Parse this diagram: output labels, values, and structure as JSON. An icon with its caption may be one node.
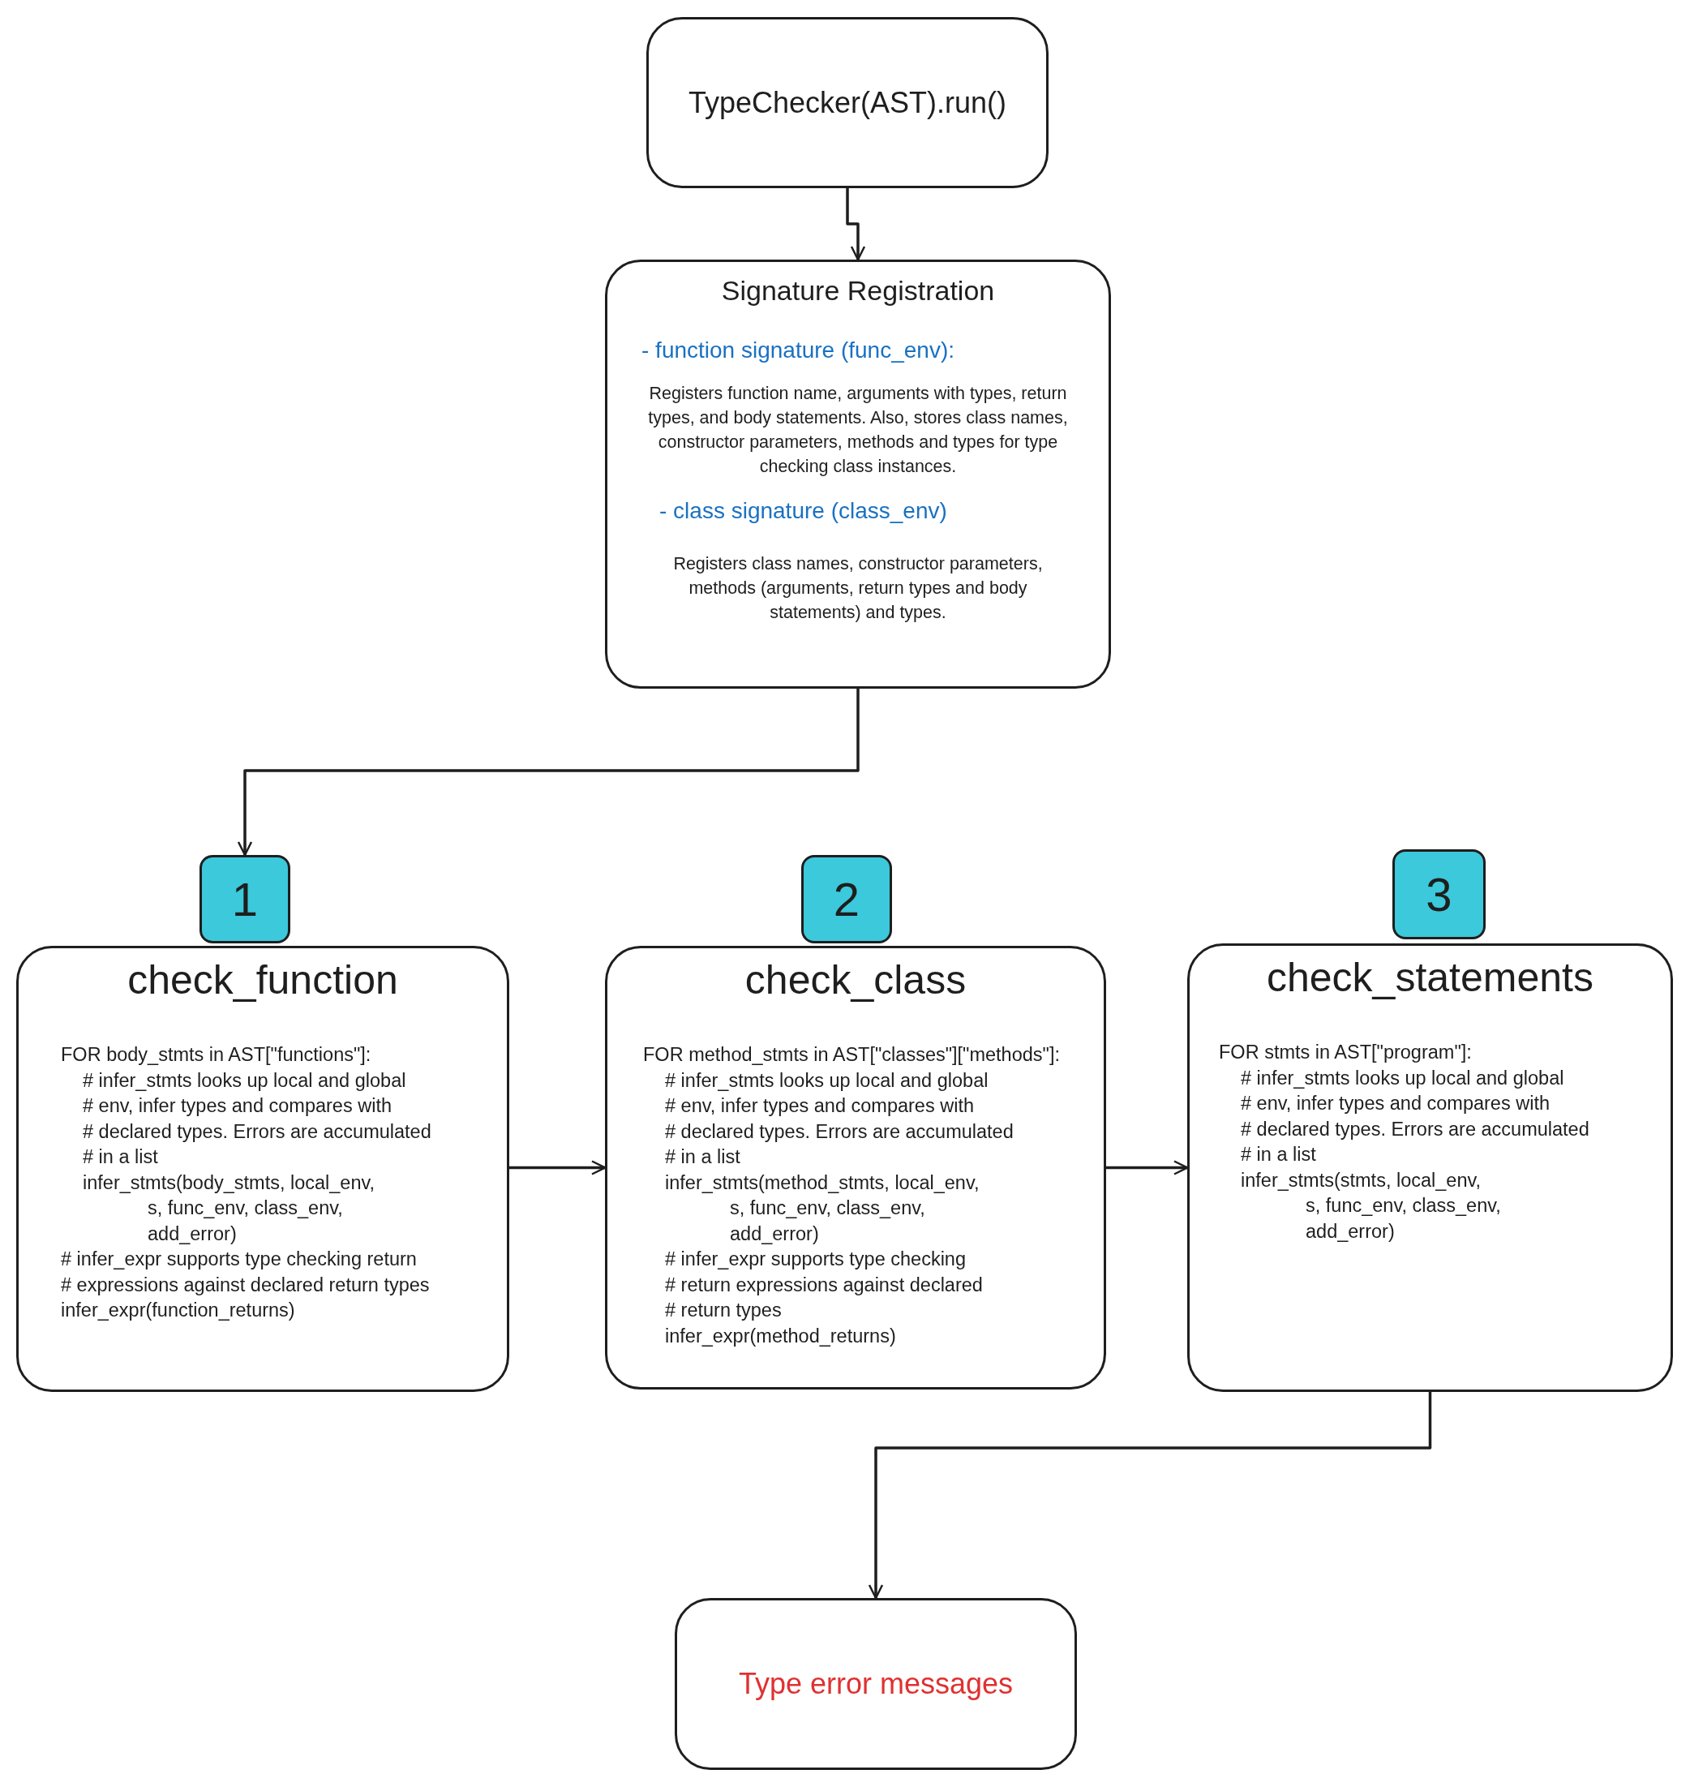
{
  "diagram": {
    "nodes": [
      {
        "text": [
          "TypeChecker(AST).run()"
        ]
      },
      {
        "text": [
          "Signature Registration",
          "- function signature (func_env):",
          "Registers function name, arguments with types, return types, and body statements. Also, stores class names, constructor parameters, methods and types for type checking class instances.",
          "- class signature (class_env)",
          "Registers class names, constructor parameters, methods (arguments, return types and body statements) and types."
        ]
      },
      {
        "text": [
          "1"
        ]
      },
      {
        "text": [
          "check_function",
          "FOR body_stmts in AST[\"functions\"]:",
          "# infer_stmts looks up local and global",
          "# env, infer types and compares with",
          "# declared types. Errors are accumulated",
          "# in a list",
          "infer_stmts(body_stmts, local_env,",
          "s, func_env, class_env,",
          "add_error)",
          "# infer_expr supports type checking return",
          "# expressions against declared return types",
          "infer_expr(function_returns)"
        ]
      },
      {
        "text": [
          "2"
        ]
      },
      {
        "text": [
          "check_class",
          "FOR method_stmts in AST[\"classes\"][\"methods\"]:",
          "# infer_stmts looks up local and global",
          "# env, infer types and compares with",
          "# declared types. Errors are accumulated",
          "# in a list",
          "infer_stmts(method_stmts, local_env,",
          "s, func_env, class_env,",
          "add_error)",
          "# infer_expr supports type checking",
          "# return expressions against declared",
          "# return types",
          "infer_expr(method_returns)"
        ]
      },
      {
        "text": [
          "3"
        ]
      },
      {
        "text": [
          "check_statements",
          "FOR stmts in AST[\"program\"]:",
          "# infer_stmts looks up local and global",
          "# env, infer types and compares with",
          "# declared types. Errors are accumulated",
          "# in a list",
          "infer_stmts(stmts, local_env,",
          "s, func_env, class_env,",
          "add_error)"
        ]
      },
      {
        "text": [
          "Type error messages"
        ]
      }
    ],
    "edges": [
      {
        "from": 0,
        "to": 1,
        "arrow": "to"
      },
      {
        "from": 1,
        "to": 2,
        "arrow": "to"
      },
      {
        "from": 3,
        "to": 5,
        "arrow": "to"
      },
      {
        "from": 5,
        "to": 7,
        "arrow": "to"
      },
      {
        "from": 7,
        "to": 8,
        "arrow": "to"
      }
    ]
  }
}
